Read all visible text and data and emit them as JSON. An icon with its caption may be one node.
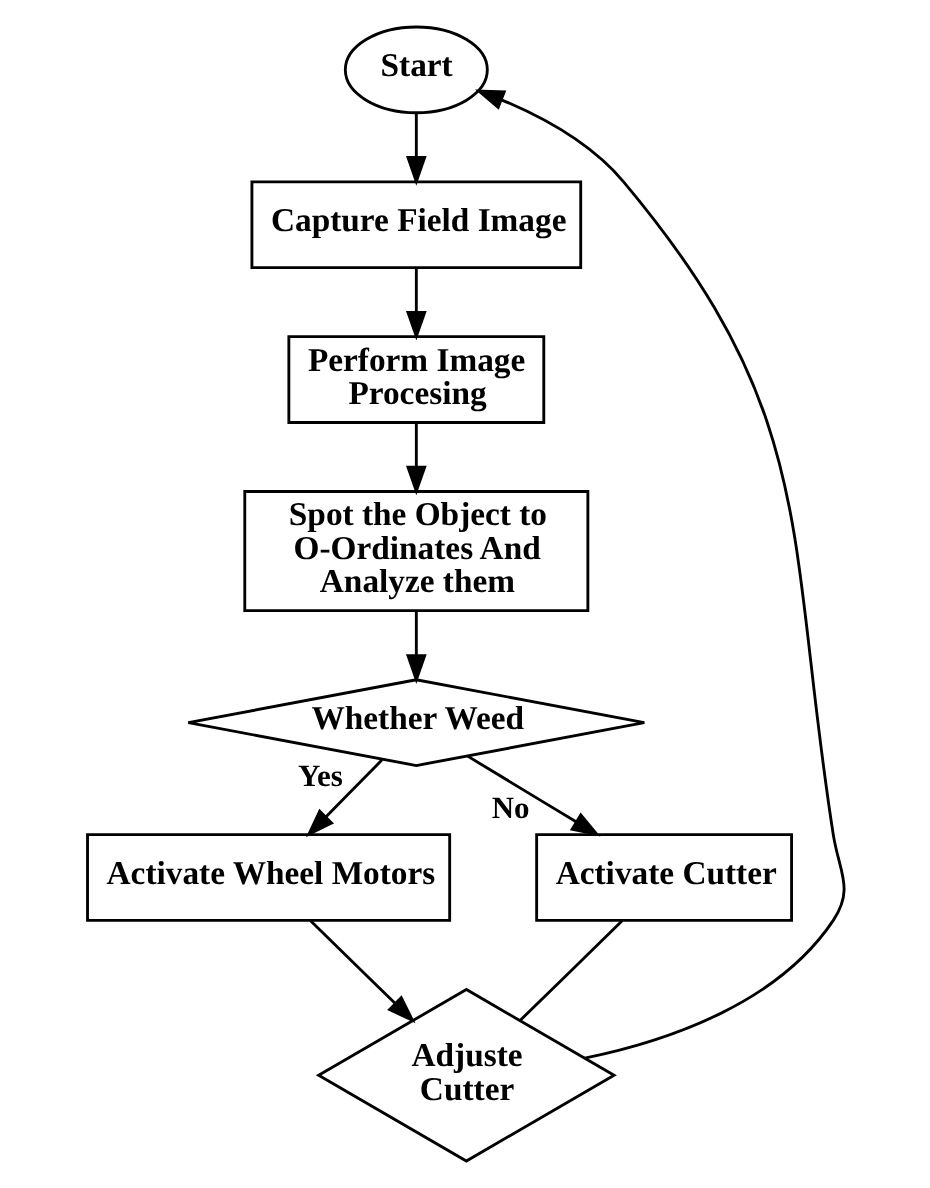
{
  "diagram": {
    "nodes": [
      {
        "text": [
          "Start"
        ]
      },
      {
        "text": [
          "Capture Field Image"
        ]
      },
      {
        "text": [
          "Perform Image Procesing"
        ]
      },
      {
        "text": [
          "Spot the Object to O-Ordinates And Analyze them"
        ]
      },
      {
        "text": [
          "Whether Weed"
        ]
      },
      {
        "text": [
          "Activate Wheel Motors"
        ]
      },
      {
        "text": [
          "Activate Cutter"
        ]
      },
      {
        "text": [
          "Adjuste Cutter"
        ]
      }
    ],
    "edges": [
      {
        "from": 0,
        "to": 1,
        "arrow": "to"
      },
      {
        "from": 1,
        "to": 2,
        "arrow": "to"
      },
      {
        "from": 2,
        "to": 3,
        "arrow": "to"
      },
      {
        "from": 3,
        "to": 4,
        "arrow": "to"
      },
      {
        "from": 4,
        "to": 5,
        "arrow": "to",
        "label": "Yes"
      },
      {
        "from": 4,
        "to": 6,
        "arrow": "to",
        "label": "No"
      },
      {
        "from": 5,
        "to": 7,
        "arrow": "to"
      },
      {
        "from": 6,
        "to": 7,
        "arrow": "none"
      },
      {
        "from": 7,
        "to": 0,
        "arrow": "to"
      }
    ]
  }
}
